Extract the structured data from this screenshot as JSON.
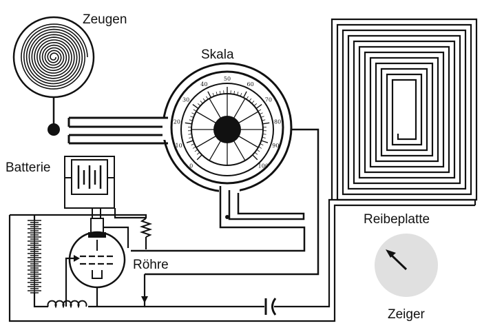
{
  "labels": {
    "zeugen": "Zeugen",
    "skala": "Skala",
    "batterie": "Batterie",
    "roehre": "Röhre",
    "reibeplatte": "Reibeplatte",
    "zeiger": "Zeiger"
  },
  "dial": {
    "ticks": [
      "0",
      "10",
      "20",
      "30",
      "40",
      "50",
      "60",
      "70",
      "80",
      "90",
      "100"
    ]
  },
  "colors": {
    "ink": "#111111",
    "zeiger_disc": "#e0e0e0"
  }
}
